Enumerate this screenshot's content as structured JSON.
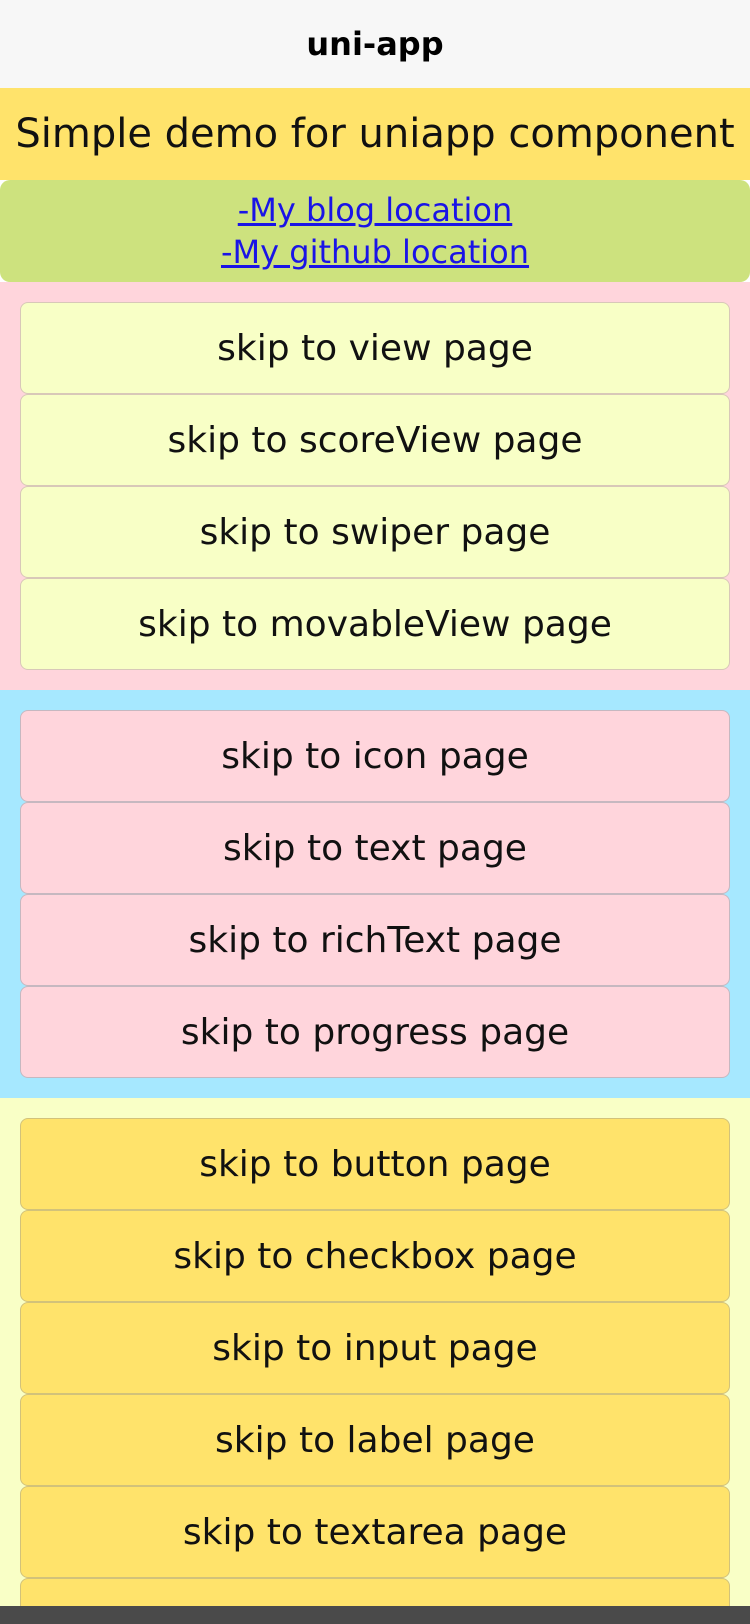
{
  "nav": {
    "title": "uni-app"
  },
  "header": {
    "text": "Simple demo for uniapp component"
  },
  "links": [
    {
      "label": "-My blog location"
    },
    {
      "label": "-My github location"
    }
  ],
  "groups": [
    {
      "buttons": [
        "skip to view page",
        "skip to scoreView page",
        "skip to swiper page",
        "skip to movableView page"
      ]
    },
    {
      "buttons": [
        "skip to icon page",
        "skip to text page",
        "skip to richText page",
        "skip to progress page"
      ]
    },
    {
      "buttons": [
        "skip to button page",
        "skip to checkbox page",
        "skip to input page",
        "skip to label page",
        "skip to textarea page",
        ""
      ]
    }
  ]
}
